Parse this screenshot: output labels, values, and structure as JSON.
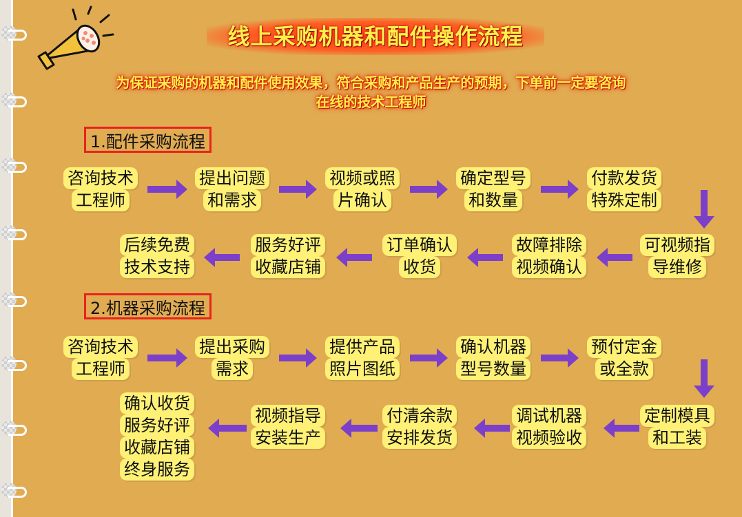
{
  "title": "线上采购机器和配件操作流程",
  "notice": {
    "line1": "为保证采购的机器和配件使用效果，符合采购和产品生产的预期，下单前一定要咨询",
    "line2": "在线的技术工程师"
  },
  "section1": {
    "label": "1.配件采购流程",
    "row1": [
      {
        "lines": [
          "咨询技术",
          "工程师"
        ]
      },
      {
        "lines": [
          "提出问题",
          "和需求"
        ]
      },
      {
        "lines": [
          "视频或照",
          "片确认"
        ]
      },
      {
        "lines": [
          "确定型号",
          "和数量"
        ]
      },
      {
        "lines": [
          "付款发货",
          "特殊定制"
        ]
      }
    ],
    "row2": [
      {
        "lines": [
          "可视频指",
          "导维修"
        ]
      },
      {
        "lines": [
          "故障排除",
          "视频确认"
        ]
      },
      {
        "lines": [
          "订单确认",
          "收货"
        ]
      },
      {
        "lines": [
          "服务好评",
          "收藏店铺"
        ]
      },
      {
        "lines": [
          "后续免费",
          "技术支持"
        ]
      }
    ]
  },
  "section2": {
    "label": "2.机器采购流程",
    "row1": [
      {
        "lines": [
          "咨询技术",
          "工程师"
        ]
      },
      {
        "lines": [
          "提出采购",
          "需求"
        ]
      },
      {
        "lines": [
          "提供产品",
          "照片图纸"
        ]
      },
      {
        "lines": [
          "确认机器",
          "型号数量"
        ]
      },
      {
        "lines": [
          "预付定金",
          "或全款"
        ]
      }
    ],
    "row2": [
      {
        "lines": [
          "定制模具",
          "和工装"
        ]
      },
      {
        "lines": [
          "调试机器",
          "视频验收"
        ]
      },
      {
        "lines": [
          "付清余款",
          "安排发货"
        ]
      },
      {
        "lines": [
          "视频指导",
          "安装生产"
        ]
      },
      {
        "lines": [
          "确认收货",
          "服务好评",
          "收藏店铺",
          "终身服务"
        ]
      }
    ]
  },
  "colors": {
    "background": "#e1ab52",
    "arrow": "#7b3fc9",
    "highlight": "#fff176",
    "title_text": "#fff14a",
    "section_border": "#e8231b"
  },
  "icons": [
    "megaphone-icon",
    "arrow-right-icon",
    "arrow-left-icon",
    "arrow-down-icon"
  ]
}
